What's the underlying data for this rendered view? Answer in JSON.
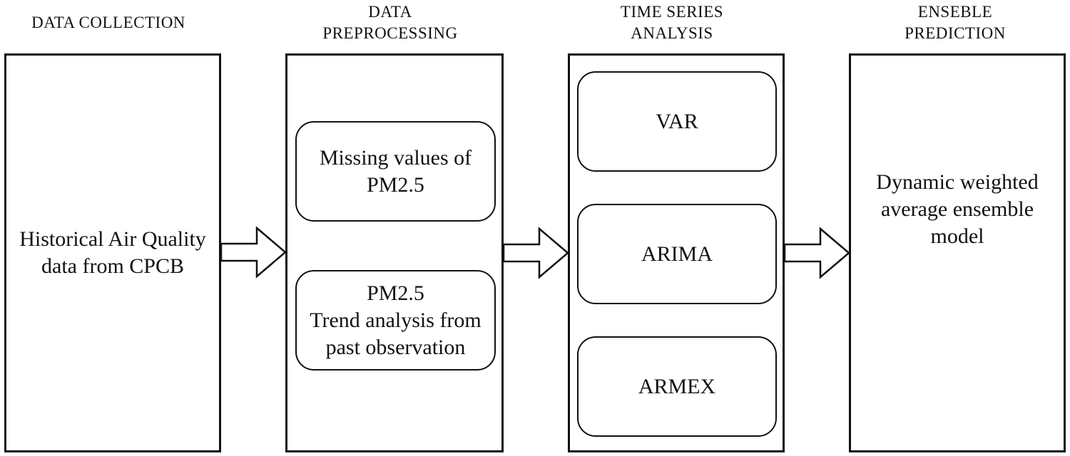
{
  "stages": [
    {
      "title": "DATA COLLECTION",
      "content": "Historical Air Quality\ndata from CPCB"
    },
    {
      "title": "DATA\nPREPROCESSING",
      "items": [
        "Missing values of\nPM2.5",
        "PM2.5\nTrend analysis from\npast observation"
      ]
    },
    {
      "title": "TIME SERIES\nANALYSIS",
      "items": [
        "VAR",
        "ARIMA",
        "ARMEX"
      ]
    },
    {
      "title": "ENSEBLE\nPREDICTION",
      "content": "Dynamic weighted\naverage ensemble\nmodel"
    }
  ]
}
